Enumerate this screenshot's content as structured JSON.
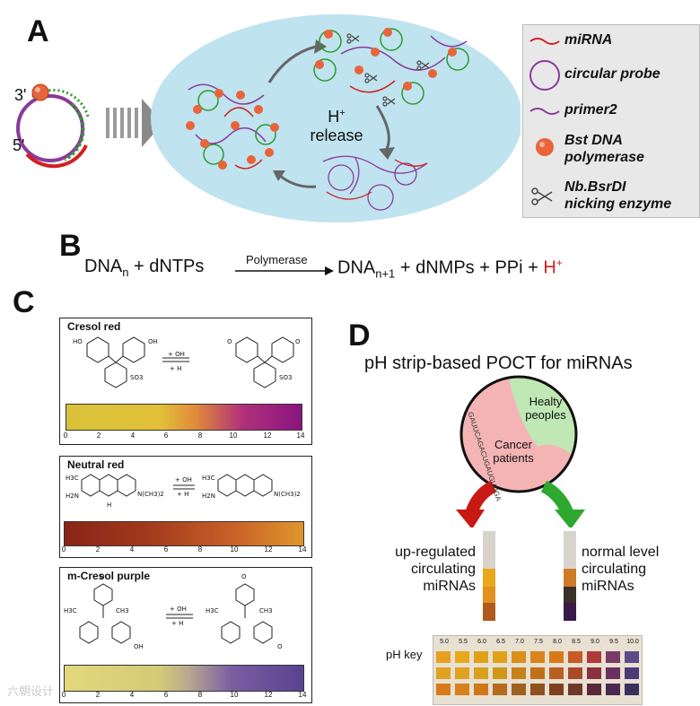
{
  "panels": {
    "a": "A",
    "b": "B",
    "c": "C",
    "d": "D"
  },
  "panel_a": {
    "three_prime": "3'",
    "five_prime": "5'",
    "center_h": "H",
    "center_plus": "+",
    "center_release": "release",
    "legend": [
      {
        "label": "miRNA",
        "icon": "mirna-line-icon"
      },
      {
        "label": "circular probe",
        "icon": "circle-probe-icon"
      },
      {
        "label": "primer2",
        "icon": "primer-line-icon"
      },
      {
        "label": "Bst DNA polymerase",
        "icon": "polymerase-ball-icon"
      },
      {
        "label": "Nb.BsrDI nicking enzyme",
        "icon": "scissors-icon"
      }
    ],
    "legend_lines": {
      "l4a": "Bst DNA",
      "l4b": "polymerase",
      "l5a": "Nb.BsrDI",
      "l5b": "nicking enzyme"
    }
  },
  "panel_b": {
    "dna": "DNA",
    "n": "n",
    "plus_dntps": "+ dNTPs",
    "enzyme": "Polymerase",
    "dna2": "DNA",
    "n1": "n+1",
    "products": "+ dNMPs + PPi +",
    "h": "H",
    "hplus": "+"
  },
  "panel_c": {
    "indicators": [
      {
        "name": "Cresol red",
        "colors": [
          "#d8c23a",
          "#e2c038",
          "#e08a3a",
          "#b0307a",
          "#8a1480"
        ]
      },
      {
        "name": "Neutral red",
        "colors": [
          "#8a2418",
          "#a23a1c",
          "#c86028",
          "#e0962c"
        ]
      },
      {
        "name": "m-Cresol purple",
        "colors": [
          "#e2d87a",
          "#d4ca78",
          "#b8a890",
          "#7a5ea2",
          "#5a4290"
        ]
      }
    ],
    "ticks": [
      "0",
      "2",
      "4",
      "6",
      "8",
      "10",
      "12",
      "14"
    ],
    "eq_top": "+ OH",
    "eq_bottom": "+ H",
    "chem": {
      "ho": "HO",
      "oh": "OH",
      "so3": "SO3",
      "o": "O",
      "h3c": "H3C",
      "h2n": "H2N",
      "n_ch3": "N(CH3)2",
      "h": "H",
      "ch3": "CH3"
    }
  },
  "panel_d": {
    "title": "pH strip-based POCT for miRNAs",
    "circle_top": "Healty peoples",
    "circle_top_l1": "Healty",
    "circle_top_l2": "peoples",
    "circle_bottom_l1": "Cancer",
    "circle_bottom_l2": "patients",
    "sequence": "GAUUCAGACUGAUGUUGA",
    "left_text": [
      "up-regulated",
      "circulating",
      "miRNAs"
    ],
    "right_text": [
      "normal level",
      "circulating",
      "miRNAs"
    ],
    "left_strip": [
      "#d8d4cc",
      "#e8a81c",
      "#e29020",
      "#b05a1c"
    ],
    "right_strip": [
      "#d8d4cc",
      "#d07a28",
      "#3a3028",
      "#3a1a48"
    ],
    "ph_key_label": "pH key",
    "ph_values": [
      "5.0",
      "5.5",
      "6.0",
      "6.5",
      "7.0",
      "7.5",
      "8.0",
      "8.5",
      "9.0",
      "9.5",
      "10.0"
    ],
    "ph_colors": [
      [
        "#e8a020",
        "#e8a81c",
        "#e0a018",
        "#e0a018",
        "#d89018",
        "#d8841c",
        "#d87a18",
        "#c85a28",
        "#b03a3a",
        "#7a3a6a",
        "#5a4a8a"
      ],
      [
        "#e0a020",
        "#e0a020",
        "#d8a01c",
        "#d09818",
        "#c88018",
        "#c07018",
        "#b86020",
        "#a84a28",
        "#8a3040",
        "#6a3060",
        "#4a3a7a"
      ],
      [
        "#d87a1c",
        "#d8801c",
        "#d07818",
        "#b86a1c",
        "#a06020",
        "#905020",
        "#804020",
        "#703828",
        "#5a2838",
        "#4a2850",
        "#3a3060"
      ]
    ]
  },
  "watermark": "六朝设计"
}
